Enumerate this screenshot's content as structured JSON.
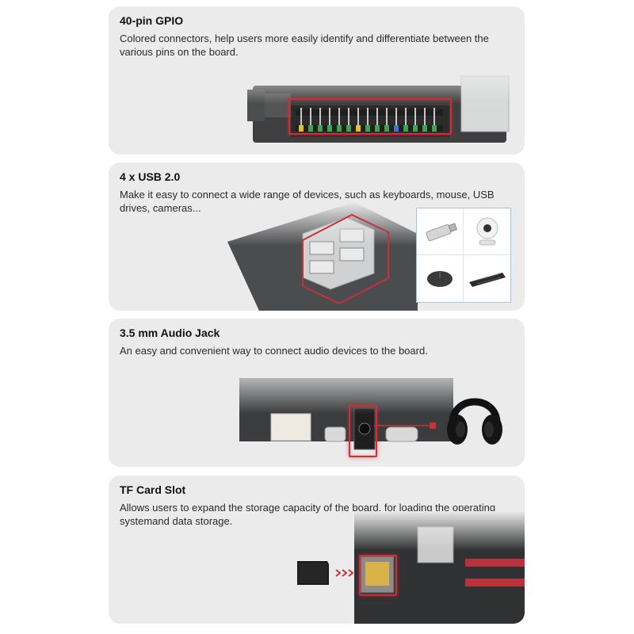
{
  "sections": [
    {
      "title": "40-pin GPIO",
      "desc": "Colored connectors, help users more easily identify and differentiate between the various pins on the board."
    },
    {
      "title": "4 x USB 2.0",
      "desc": "Make it easy to connect a wide range of devices, such as keyboards, mouse, USB drives, cameras..."
    },
    {
      "title": "3.5 mm Audio Jack",
      "desc": "An easy and convenient way to connect audio devices to the board."
    },
    {
      "title": "TF Card Slot",
      "desc": "Allows users to expand the storage capacity of the board, for loading the operating systemand data storage."
    }
  ],
  "accent_color": "#c9303a",
  "icons": [
    "usb-drive-icon",
    "webcam-icon",
    "mouse-icon",
    "keyboard-icon",
    "headphones-icon",
    "microsd-card-icon",
    "arrow-right-icon"
  ]
}
